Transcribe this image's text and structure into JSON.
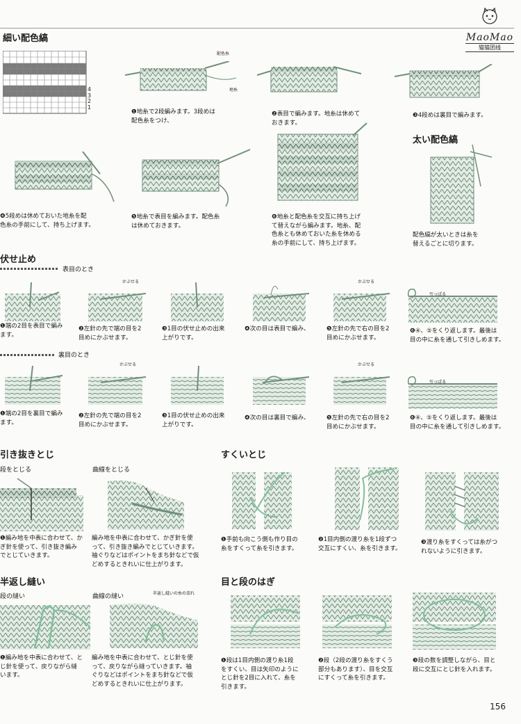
{
  "logo": {
    "brand": "MaoMao",
    "sub": "猫猫团线"
  },
  "page_number": "156",
  "sections": {
    "thin_stripe": "細い配色縞",
    "thick_stripe": "太い配色縞",
    "bind_off": "伏せ止め",
    "slip_join": "引き抜きとじ",
    "mattress": "すくいとじ",
    "back_half": "半返し縫い",
    "graft": "目と段のはぎ"
  },
  "subsections": {
    "knit_side": "表目のとき",
    "purl_side": "裏目のとき",
    "straight_join": "段をとじる",
    "curve_join": "曲線をとじる",
    "straight_sew": "段の縫い",
    "curve_sew": "曲線の縫い"
  },
  "chart": {
    "row_labels": [
      "4",
      "3",
      "2",
      "1"
    ]
  },
  "notes": {
    "color_yarn": "配色糸",
    "ground_yarn": "地糸",
    "cover": "かぶせる",
    "pull": "引っぱる",
    "sew_flow": "半返し縫いの糸の流れ"
  },
  "captions": {
    "s1": "❶地糸で2段編みます。3段めは\n配色糸をつけ、",
    "s2": "❷表目で編みます。地糸は休めて\nおきます。",
    "s3": "❸4段めは裏目で編みます。",
    "s4": "❹5段めは休めておいた地糸を配\n色糸の手前にして、持ち上げます。",
    "s5": "❺地糸で表目を編みます。配色糸\nは休めておきます。",
    "s6": "❻地糸と配色糸を交互に持ち上げ\nて替えながら編みます。地糸、配\n色糸とも休めておいた糸を休める\n糸の手前にして、持ち上げます。",
    "thick": "配色縞が太いときは糸を\n替えるごとに切ります。",
    "k1": "❶端の2目を表目で編み\nます。",
    "k2": "❷左針の先で端の目を2\n目めにかぶせます。",
    "k3": "❸1目の伏せ止めの出来\n上がりです。",
    "k4": "❹次の目は表目で編み、",
    "k5": "❺左針の先で右の目を2\n目めにかぶせます。",
    "k6": "❻④、⑤をくり返します。最後は\n目の中に糸を通して引きしめます。",
    "p1": "❶端の2目を裏目で編み\nます。",
    "p2": "❷左針の先で端の目を2\n目めにかぶせます。",
    "p3": "❸1目の伏せ止めの出来\n上がりです。",
    "p4": "❹次の目は裏目で編み、",
    "p5": "❺左針の先で右の目を2\n目めにかぶせます。",
    "p6": "❻④、⑤をくり返します。最後は\n目の中に糸を通して引きしめます。",
    "sj1": "❶編み地を中表に合わせて、か\nぎ針を使って、引き抜き編み\nでとじていきます。",
    "sj2": "編み地を中表に合わせて、かぎ針を使\nって、引き抜き編みでとじていきます。\n袖ぐりなどはポイントをまち針などで仮\nどめするときれいに仕上がります。",
    "m1": "❶手前も向こう側も作り目の\n糸をすくって糸を引きます。",
    "m2": "❷1目内側の渡り糸を1段ずつ\n交互にすくい、糸を引きます。",
    "m3": "❸渡り糸をすくっては糸がつ\nれないように引きます。",
    "b1": "❶編み地を中表に合わせて、と\nじ針を使って、戻りながら縫\nいます。",
    "b2": "編み地を中表に合わせて、とじ針を使\nって、戻りながら縫っていきます。袖\nぐりなどはポイントをまち針などで仮\nどめするときれいに仕上がります。",
    "g1": "❶段は1目内側の渡り糸1段\nをすくい、目は矢印のように\nとじ針を2目に入れて、糸を\n引きます。",
    "g2": "❷段（2段の渡り糸をすくう\n部分もあります）、目を交互\nにすくって糸を引きます。",
    "g3": "❸段の数を調整しながら、目と\n段に交互にとじ針を入れます。"
  }
}
